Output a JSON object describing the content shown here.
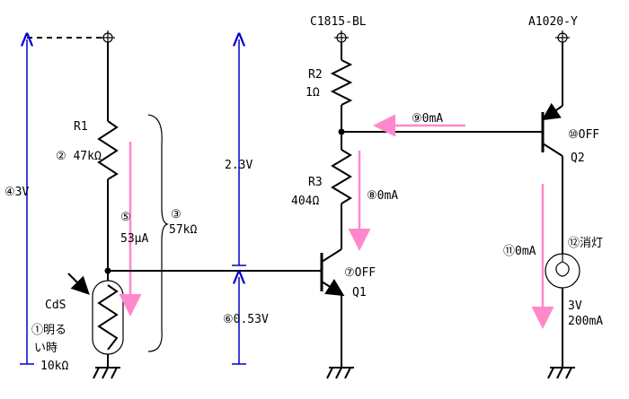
{
  "labels": {
    "q1_part": "C1815-BL",
    "q2_part": "A1020-Y",
    "r1": "R1",
    "r1_val": "② 47kΩ",
    "r2": "R2",
    "r2_val": "1Ω",
    "r3": "R3",
    "r3_val": "404Ω",
    "total_r_num": "③",
    "total_r_val": "57kΩ",
    "current_r1_num": "⑤",
    "current_r1_val": "53μA",
    "voltage_total": "④3V",
    "voltage_upper": "2.3V",
    "voltage_base": "⑥0.53V",
    "cds": "CdS",
    "cds_state_1": "①明る",
    "cds_state_2": "い時",
    "cds_val": "10kΩ",
    "i_base_q2": "⑨0mA",
    "i_r3": "⑧0mA",
    "i_lamp": "⑪0mA",
    "q1": "Q1",
    "q1_state": "⑦OFF",
    "q2": "Q2",
    "q2_state": "⑩OFF",
    "lamp_state": "⑫消灯",
    "lamp_v": "3V",
    "lamp_i": "200mA"
  },
  "colors": {
    "wire": "#000000",
    "dimension": "#0000cc",
    "current": "#ff88cc"
  }
}
